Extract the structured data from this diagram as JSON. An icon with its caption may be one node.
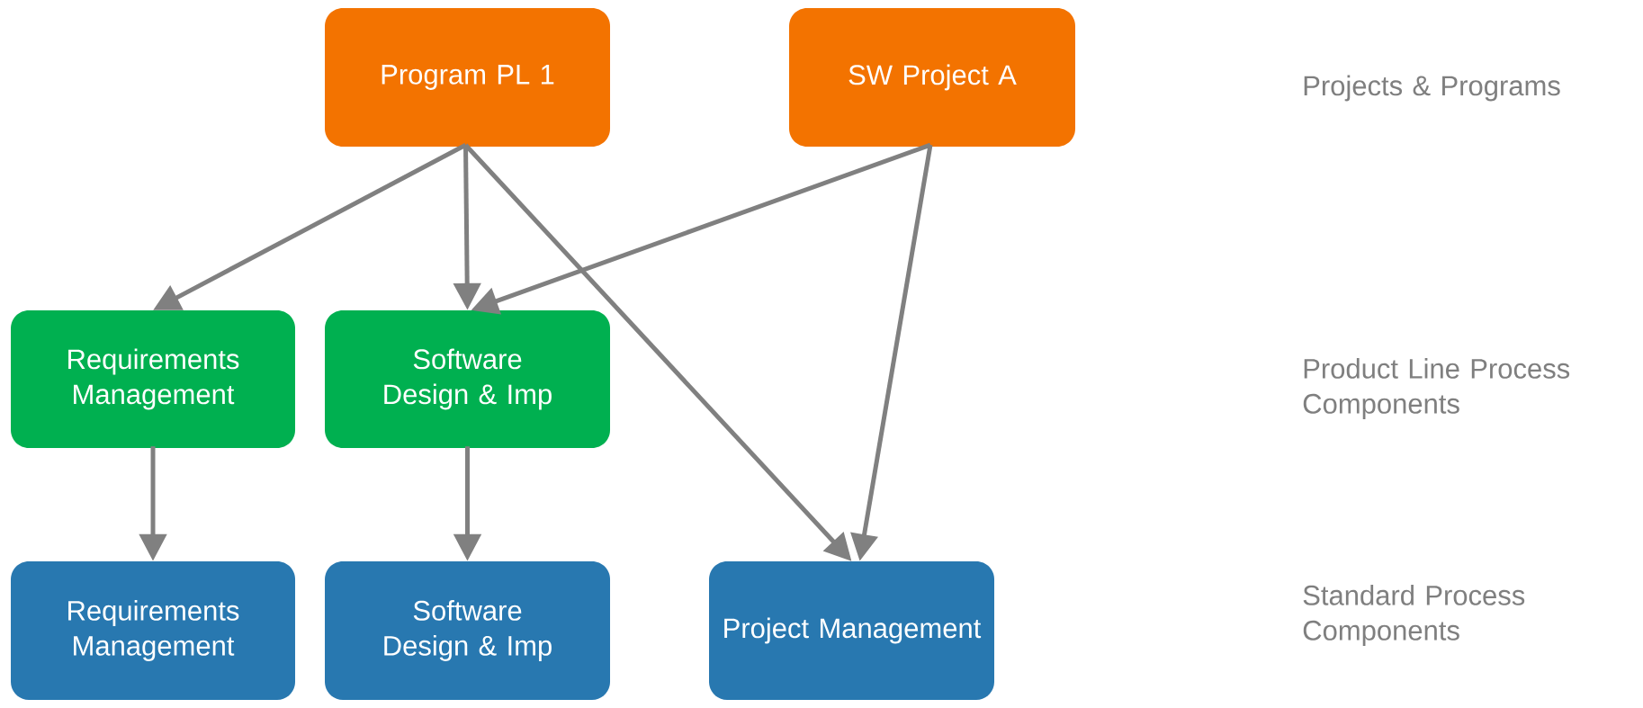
{
  "diagram": {
    "nodes": [
      {
        "text": [
          "Program PL 1"
        ]
      },
      {
        "text": [
          "SW Project A"
        ]
      },
      {
        "text": [
          "Requirements Management"
        ]
      },
      {
        "text": [
          "Software Design & Imp"
        ]
      },
      {
        "text": [
          "Requirements Management"
        ]
      },
      {
        "text": [
          "Software Design & Imp"
        ]
      },
      {
        "text": [
          "Project Management"
        ]
      }
    ],
    "edges": [
      {
        "from": 0,
        "to": 2,
        "arrow": "to"
      },
      {
        "from": 0,
        "to": 3,
        "arrow": "to"
      },
      {
        "from": 0,
        "to": 6,
        "arrow": "to"
      },
      {
        "from": 1,
        "to": 3,
        "arrow": "to"
      },
      {
        "from": 1,
        "to": 6,
        "arrow": "to"
      },
      {
        "from": 2,
        "to": 4,
        "arrow": "to"
      },
      {
        "from": 3,
        "to": 5,
        "arrow": "to"
      }
    ],
    "labels": [
      "Projects & Programs",
      "Product Line Process Components",
      "Standard Process Components"
    ]
  }
}
